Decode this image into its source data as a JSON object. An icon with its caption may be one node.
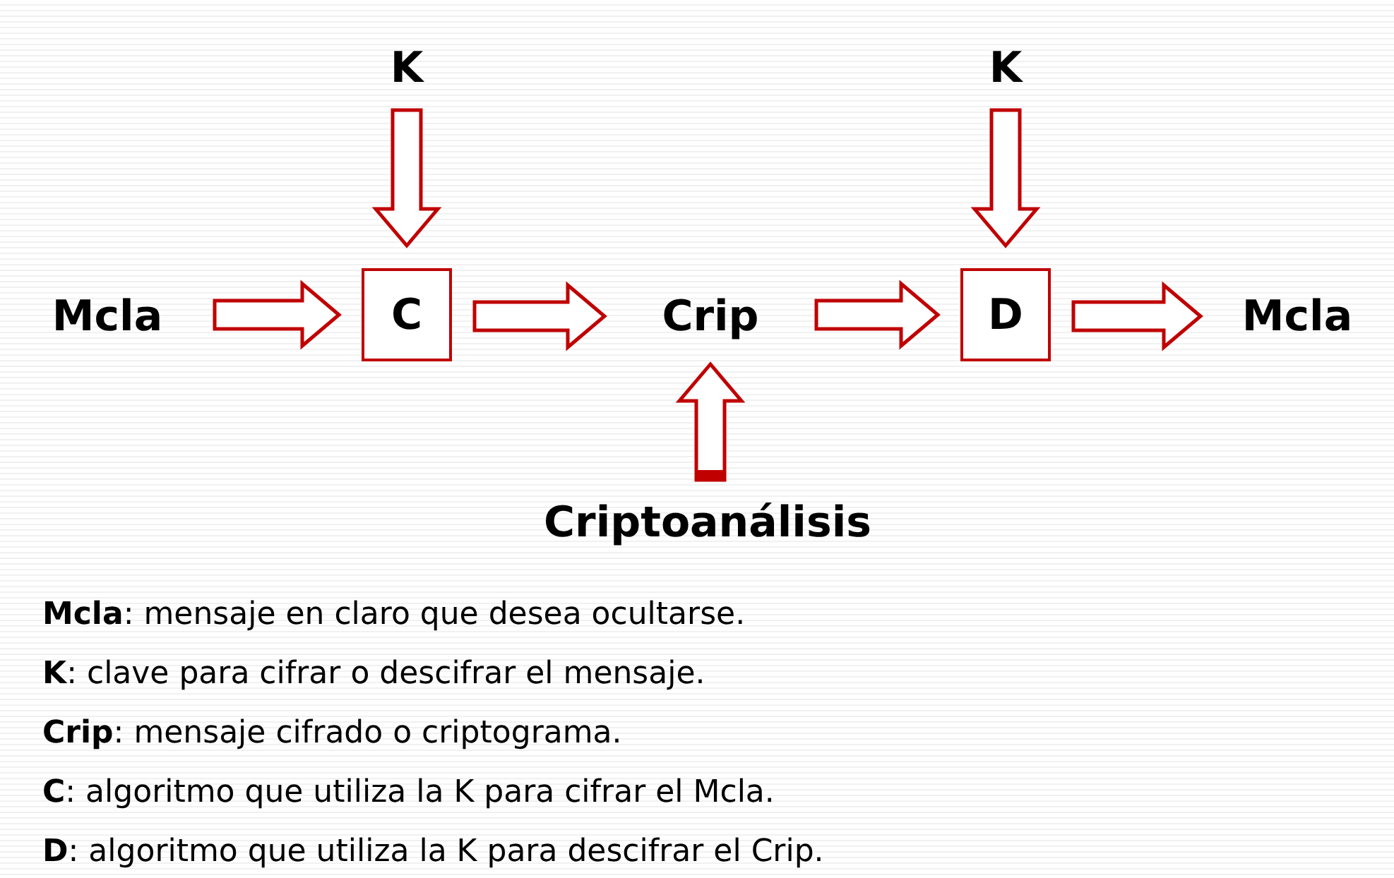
{
  "diagram": {
    "nodes": [
      {
        "text": [
          "Mcla"
        ]
      },
      {
        "text": [
          "K"
        ]
      },
      {
        "text": [
          "C"
        ]
      },
      {
        "text": [
          "Crip"
        ]
      },
      {
        "text": [
          "K"
        ]
      },
      {
        "text": [
          "D"
        ]
      },
      {
        "text": [
          "Mcla"
        ]
      },
      {
        "text": [
          "Criptoanálisis"
        ]
      }
    ],
    "edges": [
      {
        "from": 0,
        "to": 2,
        "arrow": "to"
      },
      {
        "from": 1,
        "to": 2,
        "arrow": "to"
      },
      {
        "from": 2,
        "to": 3,
        "arrow": "to"
      },
      {
        "from": 3,
        "to": 5,
        "arrow": "to"
      },
      {
        "from": 4,
        "to": 5,
        "arrow": "to"
      },
      {
        "from": 5,
        "to": 6,
        "arrow": "to"
      },
      {
        "from": 7,
        "to": 3,
        "arrow": "to"
      }
    ],
    "labels": [
      "**Mcla**: mensaje en claro que desea ocultarse.",
      "**K**: clave para cifrar o descifrar el mensaje.",
      "**Crip**: mensaje cifrado o criptograma.",
      "**C**: algoritmo que utiliza la K para cifrar el Mcla.",
      "**D**: algoritmo que utiliza la K para descifrar el Crip."
    ]
  }
}
